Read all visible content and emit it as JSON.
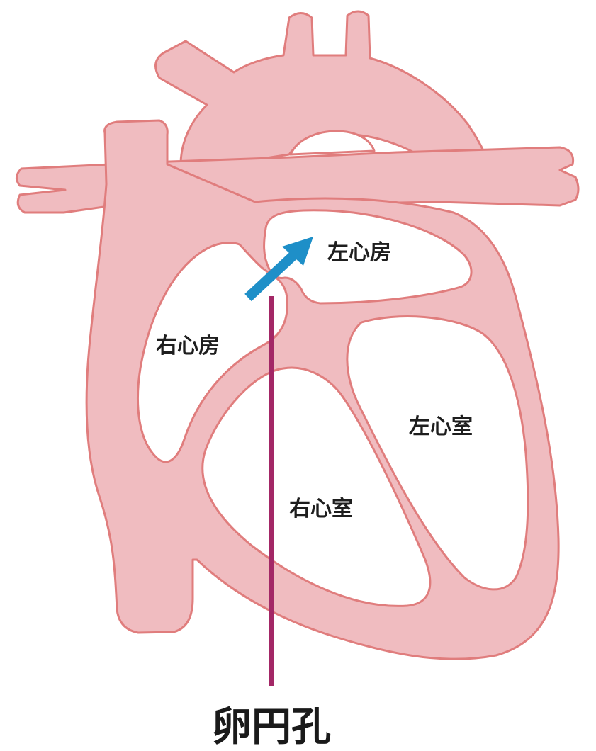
{
  "labels": {
    "left_atrium": "左心房",
    "right_atrium": "右心房",
    "left_ventricle": "左心室",
    "right_ventricle": "右心室",
    "foramen_ovale": "卵円孔"
  },
  "colors": {
    "heart_fill": "#f0bcc0",
    "heart_stroke": "#e07d7d",
    "arrow": "#1e8fc8",
    "pointer_line": "#a32766",
    "label_text": "#1e1e1e"
  }
}
